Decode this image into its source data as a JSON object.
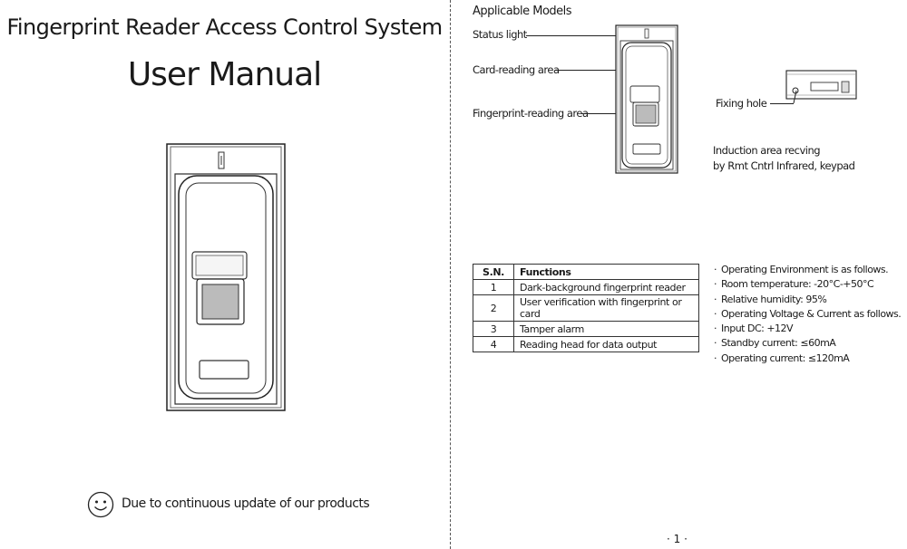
{
  "left_page": {
    "title": "Fingerprint Reader Access Control System",
    "subtitle": "User Manual",
    "footer_note": "Due to continuous update of our products"
  },
  "right_page": {
    "heading": "Applicable Models",
    "labels": {
      "status_light": "Status light",
      "card_area": "Card-reading area",
      "fingerprint_area": "Fingerprint-reading area",
      "fixing_hole": "Fixing hole",
      "induction_line1": "Induction area recving",
      "induction_line2": "by Rmt Cntrl Infrared, keypad"
    },
    "table": {
      "headers": [
        "S.N.",
        "Functions"
      ],
      "rows": [
        {
          "sn": "1",
          "function": "Dark-background fingerprint reader"
        },
        {
          "sn": "2",
          "function": "User verification with fingerprint or card"
        },
        {
          "sn": "3",
          "function": "Tamper alarm"
        },
        {
          "sn": "4",
          "function": "Reading head for data output"
        }
      ]
    },
    "specs": [
      "Operating Environment is as follows.",
      "Room temperature: -20°C-+50°C",
      "Relative humidity: 95%",
      "Operating Voltage & Current as follows.",
      "Input DC: +12V",
      "Standby current: ≤60mA",
      "Operating current: ≤120mA"
    ],
    "page_number": "· 1 ·"
  }
}
